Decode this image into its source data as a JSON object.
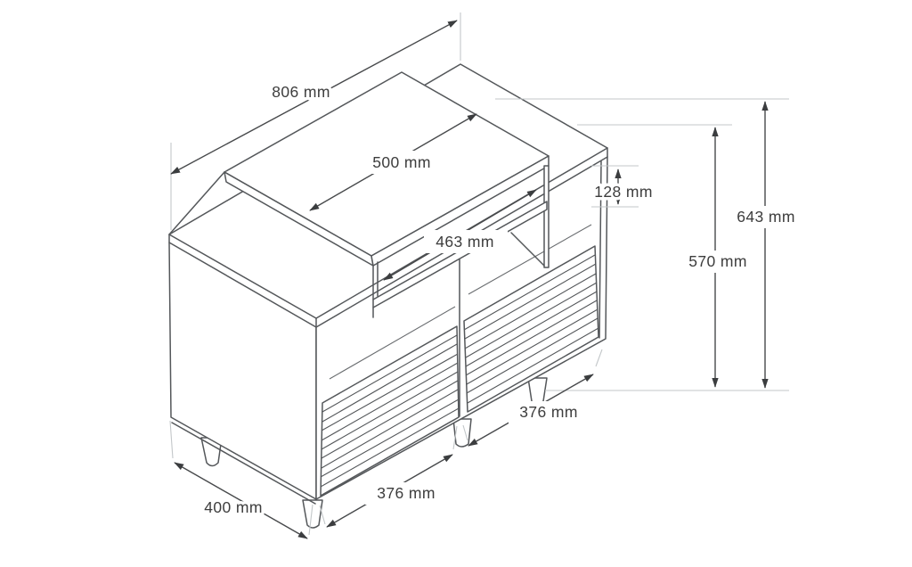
{
  "diagram": {
    "kind": "furniture-dimension-drawing",
    "subject": "Isometric line drawing of a cabinet / TV stand with raised open shelf unit, two slatted drawer fronts and tapered legs",
    "unit": "mm",
    "labels": {
      "top_width": "806 mm",
      "shelf_top_width": "500 mm",
      "shelf_opening_height": "128 mm",
      "shelf_opening_width": "463 mm",
      "overall_height": "643 mm",
      "cabinet_height": "570 mm",
      "right_door_width": "376 mm",
      "left_door_width": "376 mm",
      "depth": "400 mm"
    },
    "values": {
      "top_width_mm": 806,
      "shelf_top_width_mm": 500,
      "shelf_opening_height_mm": 128,
      "shelf_opening_width_mm": 463,
      "overall_height_mm": 643,
      "cabinet_height_mm": 570,
      "right_door_width_mm": 376,
      "left_door_width_mm": 376,
      "depth_mm": 400
    },
    "colors": {
      "background": "#ffffff",
      "furniture_line": "#54575a",
      "dimension_line": "#47494b",
      "extension_line": "#c3c7c9",
      "text": "#3d3d3d"
    }
  }
}
